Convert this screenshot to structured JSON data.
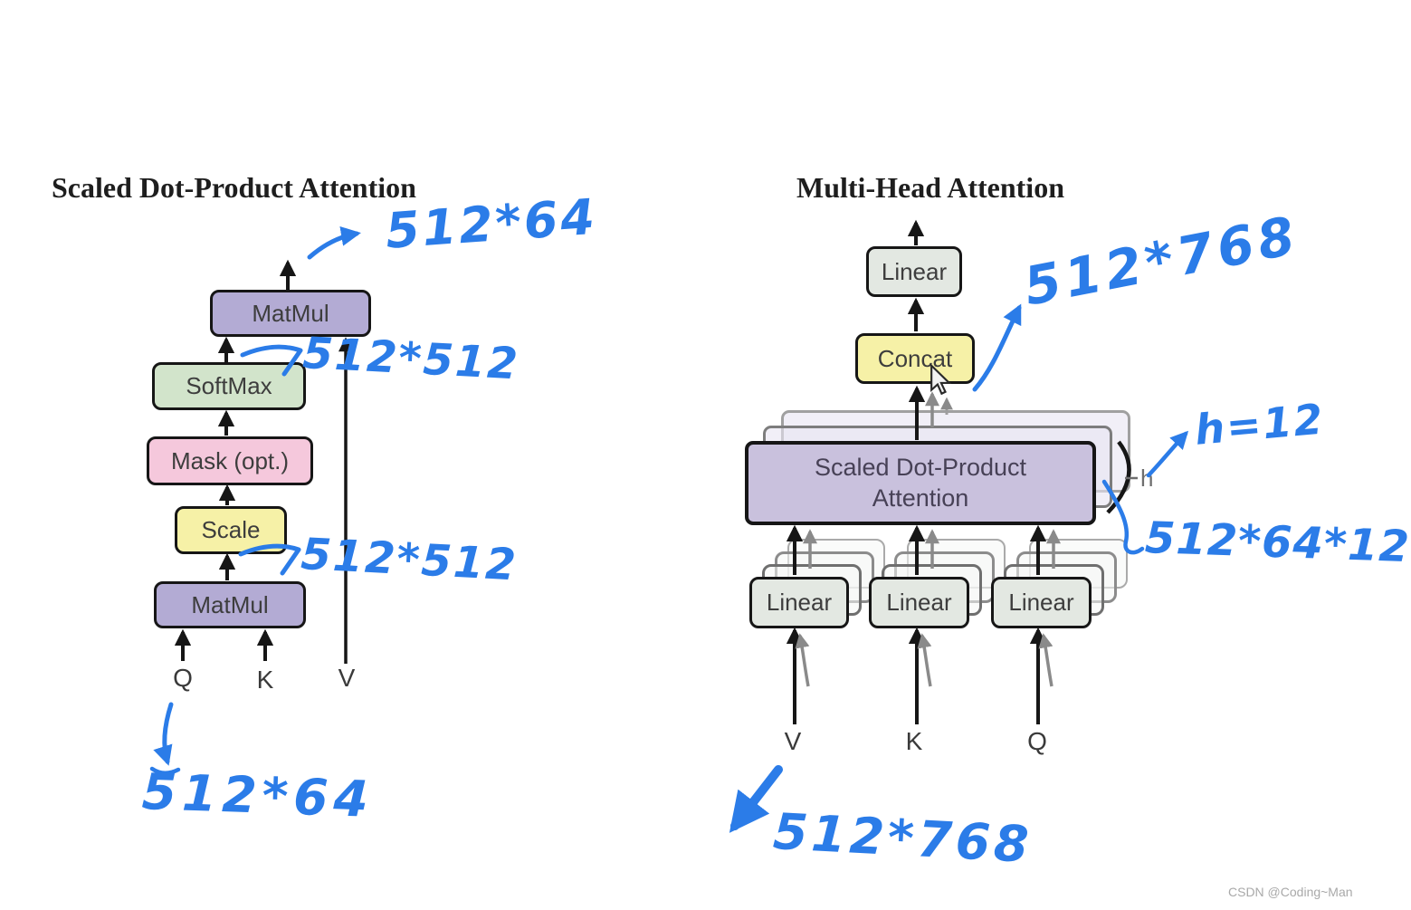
{
  "left": {
    "title": "Scaled Dot-Product Attention",
    "boxes": {
      "matmul_top": "MatMul",
      "softmax": "SoftMax",
      "mask": "Mask (opt.)",
      "scale": "Scale",
      "matmul_bottom": "MatMul"
    },
    "inputs": {
      "q": "Q",
      "k": "K",
      "v": "V"
    }
  },
  "right": {
    "title": "Multi-Head Attention",
    "boxes": {
      "linear_top": "Linear",
      "concat": "Concat",
      "sdpa_line1": "Scaled Dot-Product",
      "sdpa_line2": "Attention",
      "linear_v": "Linear",
      "linear_k": "Linear",
      "linear_q": "Linear"
    },
    "stack_label": "h",
    "inputs": {
      "v": "V",
      "k": "K",
      "q": "Q"
    }
  },
  "annotations": {
    "ink_color": "#2b7ce8",
    "left_output_dim": "512*64",
    "left_softmax_dim": "512*512",
    "left_matmul_dim": "512*512",
    "left_q_dim": "512*64",
    "right_concat_dim": "512*768",
    "right_heads": "h=12",
    "right_sdpa_dim": "512*64*12",
    "right_input_dim": "512*768"
  },
  "watermark": "CSDN @Coding~Man",
  "colors": {
    "purple": "#b3abd4",
    "green": "#d2e4cb",
    "pink": "#f5c8dc",
    "yellow": "#f6f1a7",
    "light_purple": "#c9c1dd",
    "light_gray_green": "#e3e8e2",
    "ink_blue": "#2b7ce8"
  }
}
